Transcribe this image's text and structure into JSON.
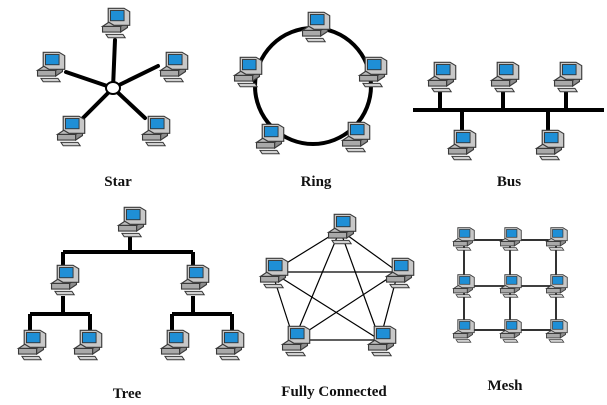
{
  "labels": {
    "star": "Star",
    "ring": "Ring",
    "bus": "Bus",
    "tree": "Tree",
    "fully_connected": "Fully Connected",
    "mesh": "Mesh"
  },
  "colors": {
    "line": "#000000",
    "computer_body": "#c8c8c8",
    "computer_outline": "#3a3a3a",
    "screen": "#1f8fd6"
  },
  "icons": [
    "computer-icon",
    "hub-icon"
  ]
}
